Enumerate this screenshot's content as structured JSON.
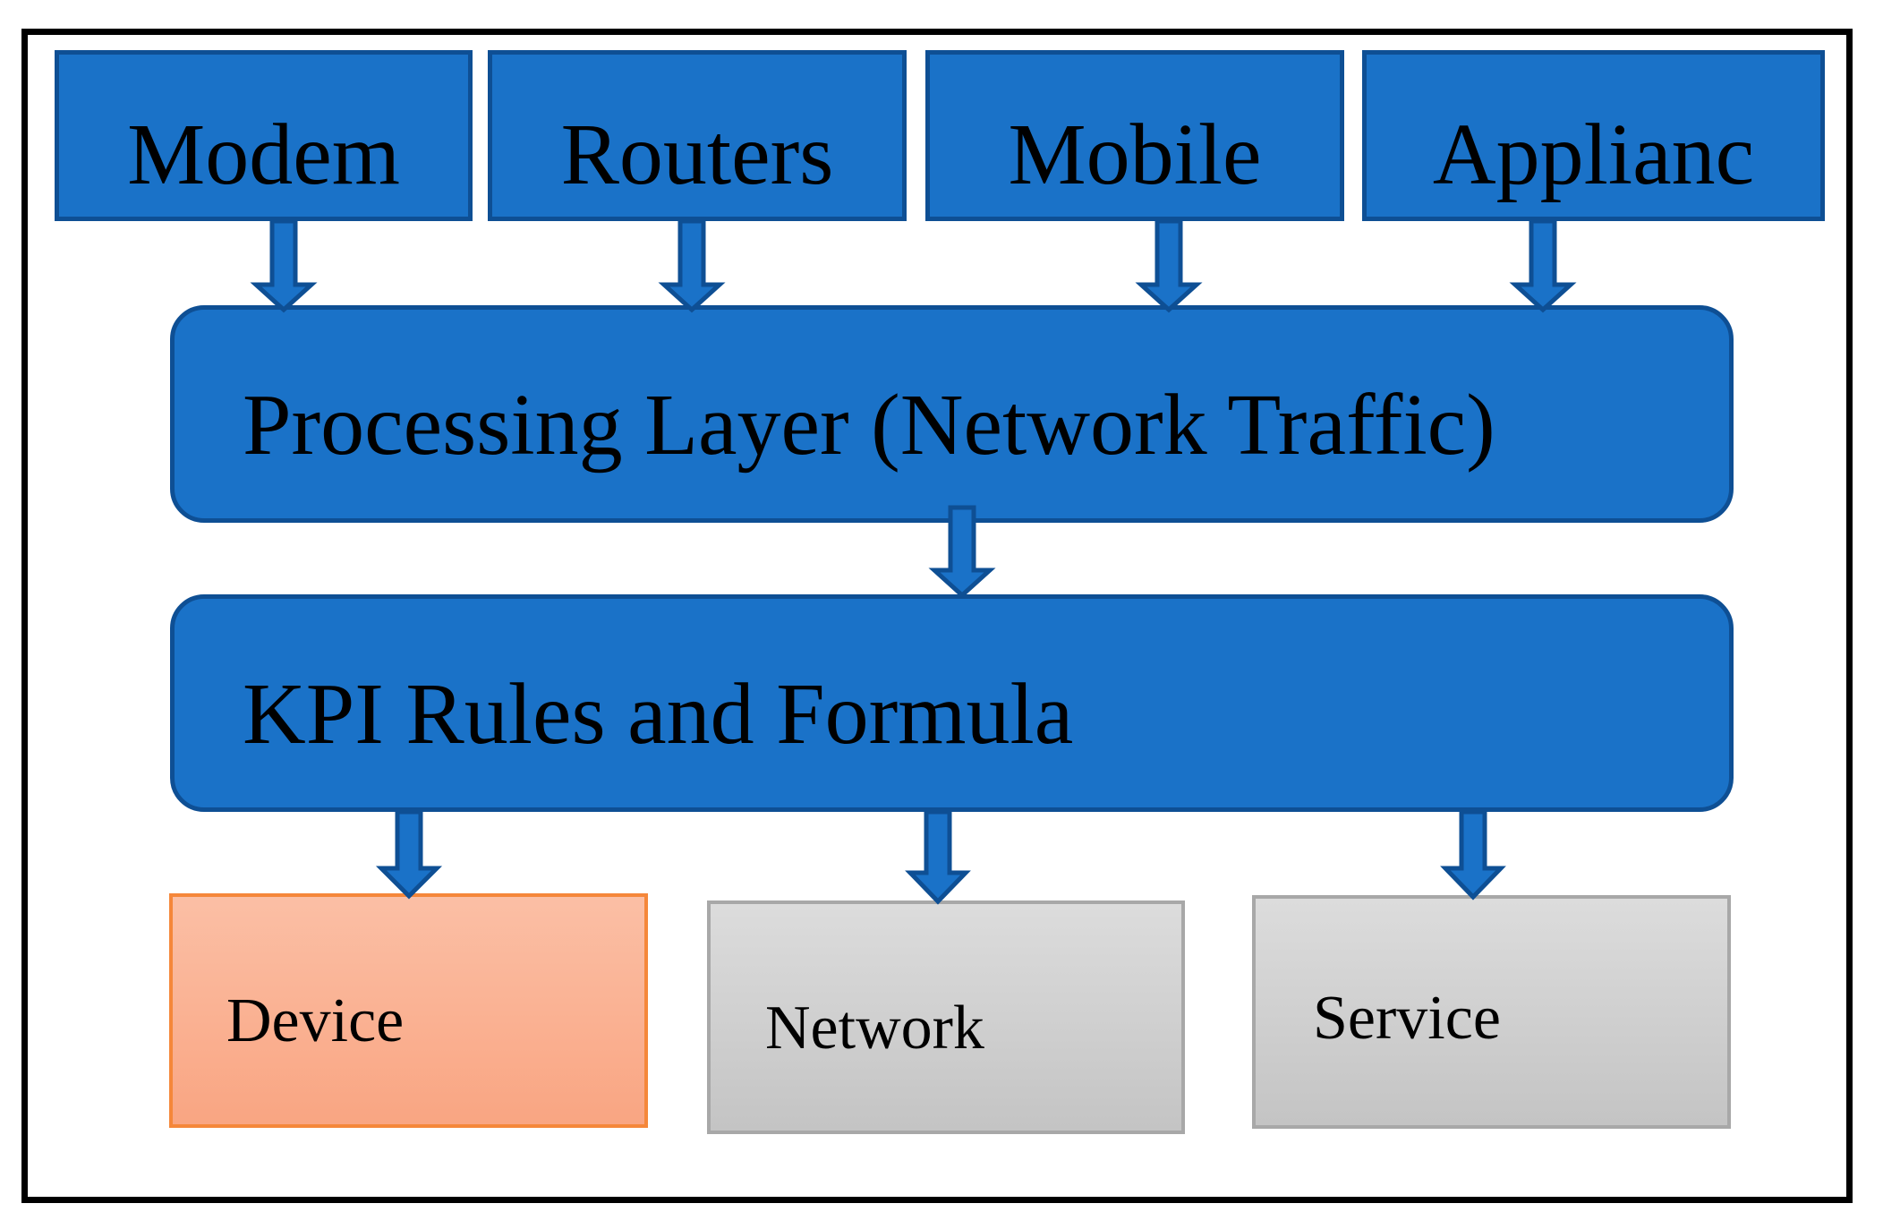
{
  "diagram": {
    "sources": [
      {
        "label": "Modem"
      },
      {
        "label": "Routers"
      },
      {
        "label": "Mobile"
      },
      {
        "label": "Applianc"
      }
    ],
    "processing_layer": {
      "label": "Processing Layer (Network Traffic)"
    },
    "kpi_layer": {
      "label": "KPI Rules and Formula"
    },
    "outputs": [
      {
        "label": "Device",
        "fill_top": "#fbbfa5",
        "fill_bottom": "#f9a582",
        "border": "#f5873a"
      },
      {
        "label": "Network",
        "fill_top": "#dcdcdc",
        "fill_bottom": "#c4c4c4",
        "border": "#a8a8a8"
      },
      {
        "label": "Service",
        "fill_top": "#dcdcdc",
        "fill_bottom": "#c4c4c4",
        "border": "#a8a8a8"
      }
    ],
    "colors": {
      "block_fill": "#1a72c8",
      "block_border": "#0e4f94",
      "arrow_fill": "#1a72c8",
      "arrow_border": "#0e4f94",
      "frame_border": "#000000"
    }
  }
}
